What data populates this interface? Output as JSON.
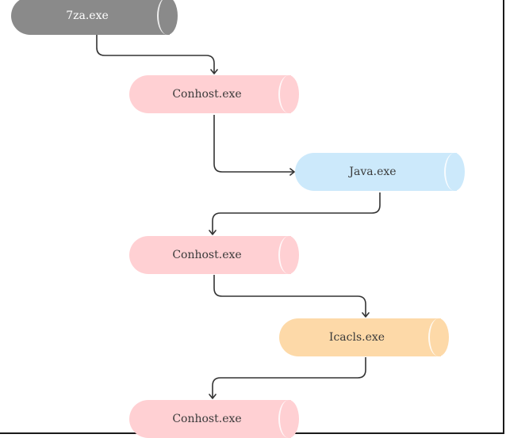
{
  "diagram": {
    "nodes": [
      {
        "id": "n1",
        "label": "7za.exe",
        "color": "#8a8a8a",
        "kind": "grey"
      },
      {
        "id": "n2",
        "label": "Conhost.exe",
        "color": "#ffd0d3",
        "kind": "pink"
      },
      {
        "id": "n3",
        "label": "Java.exe",
        "color": "#cce9fb",
        "kind": "blue"
      },
      {
        "id": "n4",
        "label": "Conhost.exe",
        "color": "#ffd0d3",
        "kind": "pink"
      },
      {
        "id": "n5",
        "label": "Icacls.exe",
        "color": "#fdd9a8",
        "kind": "orange"
      },
      {
        "id": "n6",
        "label": "Conhost.exe",
        "color": "#ffd0d3",
        "kind": "pink"
      }
    ],
    "edges": [
      {
        "from": "n1",
        "to": "n2"
      },
      {
        "from": "n2",
        "to": "n3"
      },
      {
        "from": "n3",
        "to": "n4"
      },
      {
        "from": "n4",
        "to": "n5"
      },
      {
        "from": "n5",
        "to": "n6"
      }
    ],
    "connector_color": "#333333"
  }
}
